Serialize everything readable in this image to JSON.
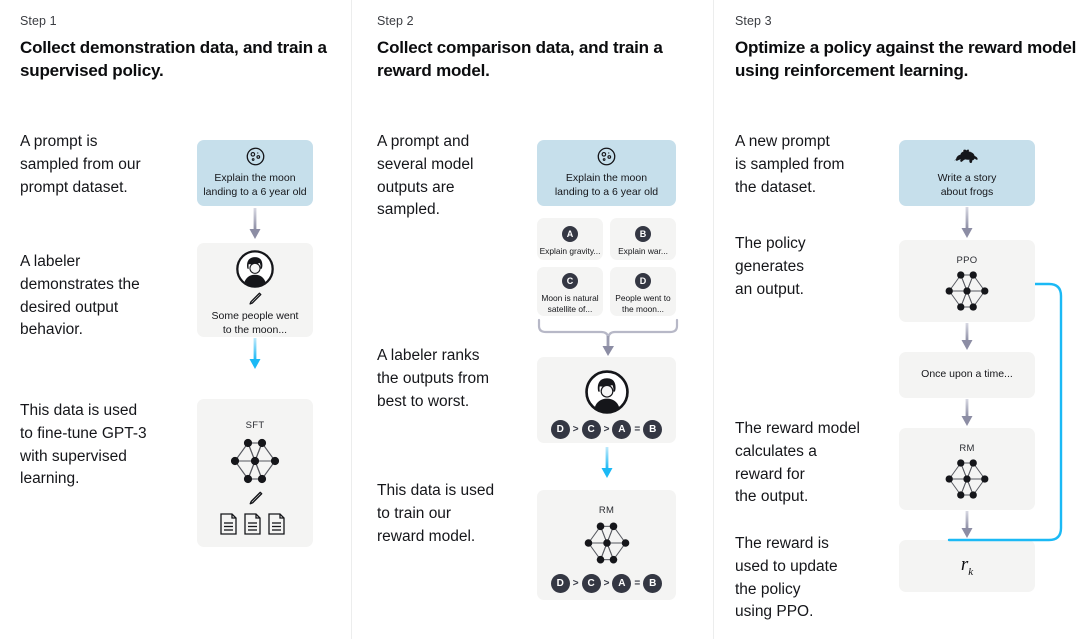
{
  "figure": {
    "title": "InstructGPT / RLHF three-step training diagram",
    "accent_blue_box": "#c6dfeb",
    "accent_grey_box": "#f4f4f3",
    "accent_arrow_grey": "#9b9cb0",
    "accent_arrow_blue": "#22bbf5",
    "divider_color": "#eceded"
  },
  "steps": [
    {
      "label": "Step 1",
      "title": "Collect demonstration data,\nand train a supervised policy.",
      "descriptions": [
        "A prompt is\nsampled from our\nprompt dataset.",
        "A labeler\ndemonstrates the\ndesired output\nbehavior.",
        "This data is used\nto fine-tune GPT-3\nwith supervised\nlearning."
      ],
      "boxes": [
        {
          "kind": "prompt",
          "icon": "moon-icon",
          "caption": "Explain the moon\nlanding to a 6 year old"
        },
        {
          "kind": "labeler",
          "icon": "labeler-avatar-icon",
          "sub_icon": "pencil-icon",
          "caption": "Some people went\nto the moon..."
        },
        {
          "kind": "model",
          "tag": "SFT",
          "icon": "neural-network-icon",
          "sub_icon": "pencil-icon",
          "extra_icon": "documents-icon"
        }
      ]
    },
    {
      "label": "Step 2",
      "title": "Collect comparison data,\nand train a reward model.",
      "descriptions": [
        "A prompt and\nseveral model\noutputs are\nsampled.",
        "A labeler ranks\nthe outputs from\nbest to worst.",
        "This data is used\nto train our\nreward model."
      ],
      "boxes": [
        {
          "kind": "prompt",
          "icon": "moon-icon",
          "caption": "Explain the moon\nlanding to a 6 year old"
        },
        {
          "kind": "outputs",
          "options": [
            {
              "letter": "A",
              "text": "Explain gravity..."
            },
            {
              "letter": "B",
              "text": "Explain war..."
            },
            {
              "letter": "C",
              "text": "Moon is natural\nsatellite of..."
            },
            {
              "letter": "D",
              "text": "People went to\nthe moon..."
            }
          ]
        },
        {
          "kind": "labeler-rank",
          "icon": "labeler-avatar-icon",
          "ranking": [
            "D",
            ">",
            "C",
            ">",
            "A",
            "=",
            "B"
          ]
        },
        {
          "kind": "model",
          "tag": "RM",
          "icon": "neural-network-icon",
          "ranking": [
            "D",
            ">",
            "C",
            ">",
            "A",
            "=",
            "B"
          ]
        }
      ]
    },
    {
      "label": "Step 3",
      "title": "Optimize a policy against\nthe reward model using\nreinforcement learning.",
      "descriptions": [
        "A new prompt\nis sampled from\nthe dataset.",
        "The policy\ngenerates\nan output.",
        "The reward model\ncalculates a\nreward for\nthe output.",
        "The reward is\nused to update\nthe policy\nusing PPO."
      ],
      "boxes": [
        {
          "kind": "prompt",
          "icon": "frog-icon",
          "caption": "Write a story\nabout frogs"
        },
        {
          "kind": "model",
          "tag": "PPO",
          "icon": "neural-network-icon"
        },
        {
          "kind": "output",
          "caption": "Once upon a time..."
        },
        {
          "kind": "model",
          "tag": "RM",
          "icon": "neural-network-icon"
        },
        {
          "kind": "reward",
          "symbol": "r",
          "subscript": "k"
        }
      ]
    }
  ]
}
